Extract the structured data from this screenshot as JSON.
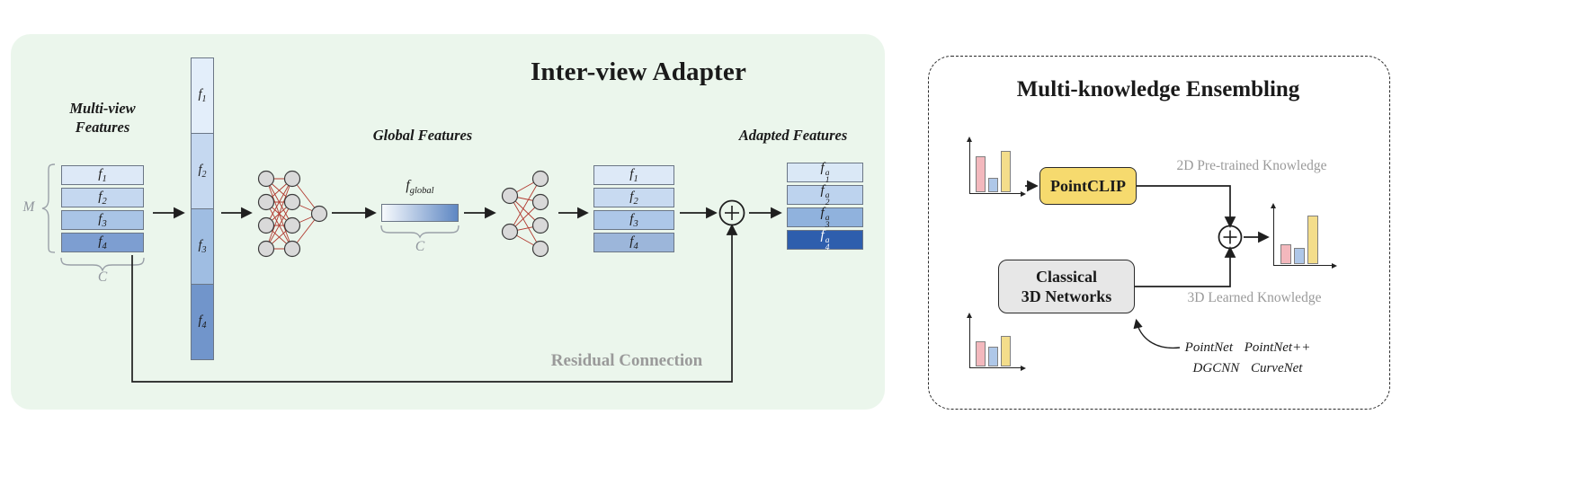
{
  "colors": {
    "panel_bg": "#ebf6ec",
    "stack1": [
      "#dde9f7",
      "#c5d8f0",
      "#a9c4e6",
      "#7d9ed1"
    ],
    "column": [
      "#e3eefa",
      "#c5d8f0",
      "#9fbde2",
      "#7195cb"
    ],
    "stack2": [
      "#dde9f7",
      "#c8daf1",
      "#adc7e8",
      "#9cb6da"
    ],
    "stack3": [
      "#dae8f6",
      "#bdd3ee",
      "#90b2dd",
      "#2e5ead"
    ],
    "fglobal_start": "#f7fafd",
    "fglobal_end": "#5e87c3",
    "bar_pink": "#f3b8bd",
    "bar_blue": "#aec7e8",
    "bar_yellow": "#f3dd8b",
    "pointclip_bg": "#f6da6e",
    "classical_bg": "#e7e7e7",
    "gray_text": "#9a9a9a",
    "nn_edge": "#b23b31",
    "nn_node": "#d9d9d9"
  },
  "left": {
    "title": "Inter-view Adapter",
    "multiview_line1": "Multi-view",
    "multiview_line2": "Features",
    "m_label": "M",
    "c_label_stack": "C",
    "c_label_global": "C",
    "global_features_label": "Global Features",
    "adapted_features_label": "Adapted Features",
    "residual_label": "Residual Connection",
    "fglobal": {
      "base": "f",
      "sub": "global"
    },
    "stack1": [
      {
        "base": "f",
        "sub": "1"
      },
      {
        "base": "f",
        "sub": "2"
      },
      {
        "base": "f",
        "sub": "3"
      },
      {
        "base": "f",
        "sub": "4"
      }
    ],
    "column": [
      {
        "base": "f",
        "sub": "1"
      },
      {
        "base": "f",
        "sub": "2"
      },
      {
        "base": "f",
        "sub": "3"
      },
      {
        "base": "f",
        "sub": "4"
      }
    ],
    "stack2": [
      {
        "base": "f",
        "sub": "1"
      },
      {
        "base": "f",
        "sub": "2"
      },
      {
        "base": "f",
        "sub": "3"
      },
      {
        "base": "f",
        "sub": "4"
      }
    ],
    "stack3": [
      {
        "base": "f",
        "sub": "1",
        "sup": "a"
      },
      {
        "base": "f",
        "sub": "2",
        "sup": "a"
      },
      {
        "base": "f",
        "sub": "3",
        "sup": "a"
      },
      {
        "base": "f",
        "sub": "4",
        "sup": "a"
      }
    ]
  },
  "right": {
    "title": "Multi-knowledge Ensembling",
    "pointclip_label": "PointCLIP",
    "classical_line1": "Classical",
    "classical_line2": "3D Networks",
    "knowledge_2d": "2D Pre-trained Knowledge",
    "knowledge_3d": "3D Learned Knowledge",
    "networks_line1": "PointNet PointNet++",
    "networks_line2": "DGCNN CurveNet"
  }
}
